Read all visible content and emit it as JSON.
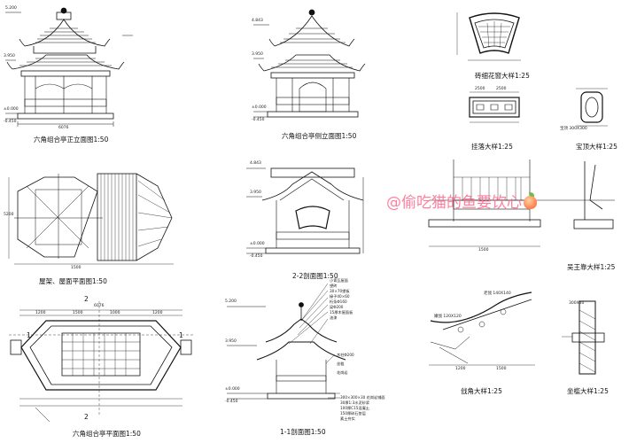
{
  "captions": {
    "front_elevation": "六角组合亭正立面图1:50",
    "side_elevation": "六角组合亭侧立面图1:50",
    "brick_window": "砖细花窗大样1:25",
    "hanging_detail": "挂落大样1:25",
    "finial_detail": "宝顶大样1:25",
    "roof_plan": "屋架、屋面平面图1:50",
    "section_22": "2-2剖面图1:50",
    "wu_king_detail": "吴王靠大样1:25",
    "floor_plan": "六角组合亭平面图1:50",
    "section_11": "1-1剖面图1:50",
    "corner_detail": "戗角大样1:25",
    "seat_detail": "坐槛大样1:25"
  },
  "dims": {
    "front_total": "6076",
    "front_h1": "5.200",
    "front_h2": "3.950",
    "front_h3": "±0.000",
    "front_h4": "-0.450",
    "side_h1": "4.843",
    "side_h2": "3.950",
    "side_h3": "±0.000",
    "side_h4": "-0.450",
    "sec22_h1": "4.843",
    "sec22_h2": "3.950",
    "sec22_h3": "±0.000",
    "sec22_h4": "-0.450",
    "sec11_h1": "5.200",
    "sec11_h2": "3.950",
    "sec11_h3": "±0.000",
    "sec11_h4": "-0.450",
    "plan_total": "6076",
    "plan_seg1": "1200",
    "plan_seg2": "1500",
    "plan_seg3": "1000",
    "roof_seg": "1500",
    "roof_total": "5200",
    "wu_seg": "1500",
    "corner_w": "1200",
    "corner_w2": "1500",
    "hanging_a": "2500",
    "hanging_b": "2500",
    "seat_label": "300X40",
    "section_mark": "2",
    "section_mark_1": "1",
    "finial_note": "宝顶 300X300"
  },
  "section_notes": [
    "小青瓦屋面",
    "望砖",
    "30×70望板",
    "椽子40×60",
    "桁条Φ160",
    "梁Φ200",
    "15厚木屋面板",
    "油漆",
    "木柱Φ200",
    "坐槛",
    "花岗岩"
  ],
  "base_notes": [
    "300×300×30 花岗岩铺面",
    "30厚1:3水泥砂浆",
    "100厚C15混凝土",
    "150厚碎石垫层",
    "素土夯实"
  ],
  "corner_notes": {
    "top": "老戗 140X140",
    "mid": "嫩戗 120X120"
  },
  "watermark": "@偷吃猫的鱼要饮心"
}
